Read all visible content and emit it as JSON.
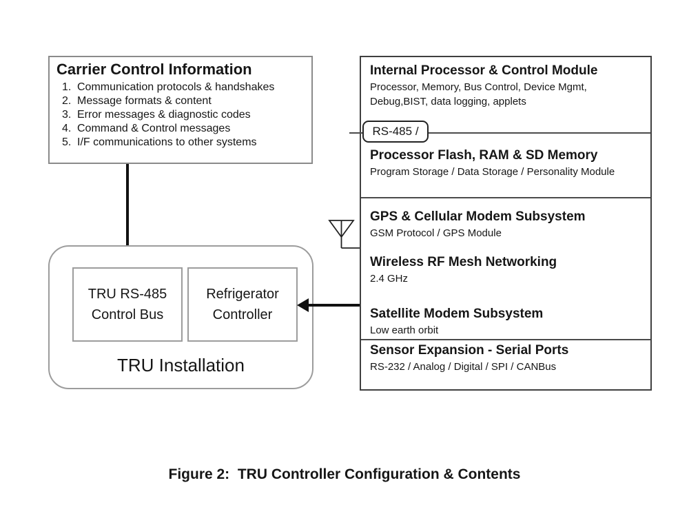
{
  "carrier": {
    "title": "Carrier Control Information",
    "items": [
      {
        "num": "1.",
        "text": "Communication protocols & handshakes"
      },
      {
        "num": "2.",
        "text": "Message formats & content"
      },
      {
        "num": "3.",
        "text": "Error messages & diagnostic codes"
      },
      {
        "num": "4.",
        "text": "Command & Control messages"
      },
      {
        "num": "5.",
        "text": "I/F communications to other systems"
      }
    ]
  },
  "controller": {
    "rs485_label": "RS-485 /",
    "sections": [
      {
        "title": "Internal Processor & Control Module",
        "subtitle": "Processor, Memory, Bus Control, Device Mgmt,\nDebug,BIST, data logging, applets"
      },
      {
        "title": "Processor Flash, RAM & SD Memory",
        "subtitle": "Program Storage / Data Storage / Personality Module"
      },
      {
        "title": "GPS & Cellular Modem Subsystem",
        "subtitle": "GSM Protocol / GPS Module"
      },
      {
        "title": "Wireless RF Mesh Networking",
        "subtitle": "2.4 GHz"
      },
      {
        "title": "Satellite Modem Subsystem",
        "subtitle": "Low earth orbit"
      },
      {
        "title": "Sensor Expansion - Serial Ports",
        "subtitle": "RS-232 / Analog / Digital / SPI / CANBus"
      }
    ]
  },
  "tru": {
    "label": "TRU Installation",
    "rs485_bus_box": "TRU RS-485\nControl Bus",
    "refrigerator_box": "Refrigerator\nController"
  },
  "caption": "Figure 2:  TRU Controller Configuration & Contents",
  "icons": {
    "antenna": "antenna-icon"
  },
  "colors": {
    "text": "#161616",
    "controller_border": "#3f3f3f",
    "carrier_border": "#8a8a8a",
    "tru_border": "#9c9c9c",
    "arrow": "#111111"
  }
}
